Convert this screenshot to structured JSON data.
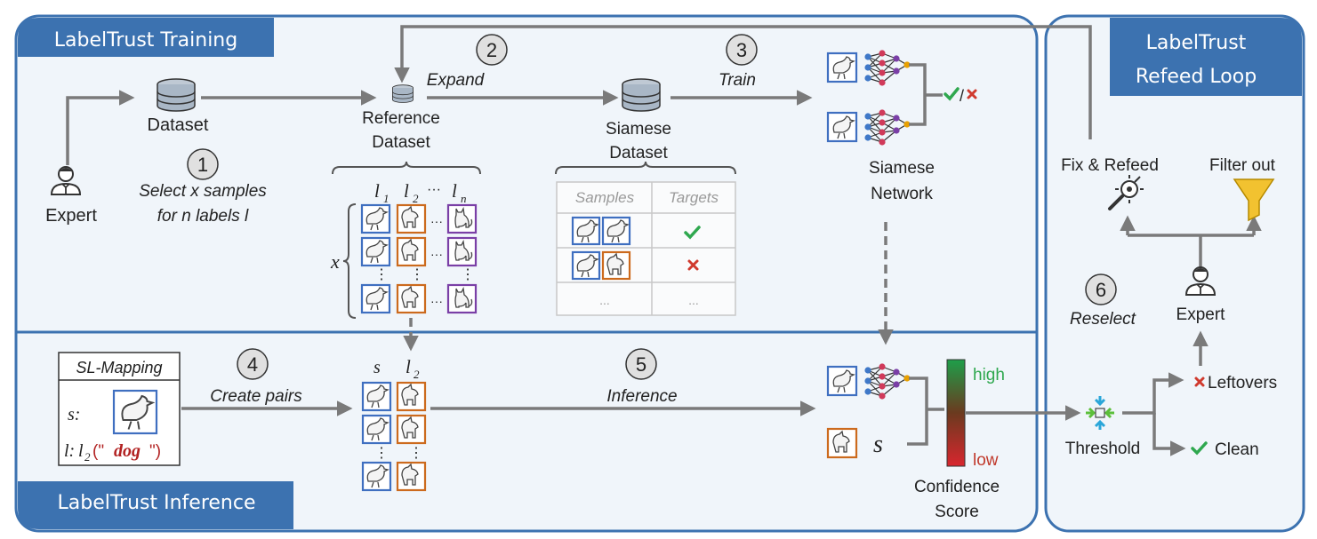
{
  "colors": {
    "frame": "#3c72b0",
    "banner": "#3c72b0",
    "panel_bg": "#f0f5fa",
    "arrow": "#7a7a7a",
    "check": "#2fa84f",
    "cross": "#d03a2e",
    "high": "#2fa84f",
    "low": "#c0392b",
    "dog_keyword": "#b22222"
  },
  "panels": {
    "training": "LabelTrust Training",
    "inference": "LabelTrust Inference",
    "refeed_line1": "LabelTrust",
    "refeed_line2": "Refeed Loop"
  },
  "steps": {
    "s1": "1",
    "s2": "2",
    "s3": "3",
    "s4": "4",
    "s5": "5",
    "s6": "6"
  },
  "labels": {
    "dataset": "Dataset",
    "expert": "Expert",
    "select_line1": "Select x samples",
    "select_line2": "for n labels l",
    "expand": "Expand",
    "reference_line1": "Reference",
    "reference_line2": "Dataset",
    "train": "Train",
    "siamese_ds_line1": "Siamese",
    "siamese_ds_line2": "Dataset",
    "siamese_net_line1": "Siamese",
    "siamese_net_line2": "Network",
    "col_l1": "l",
    "col_l1_sub": "1",
    "col_l2": "l",
    "col_l2_sub": "2",
    "col_dots": "···",
    "col_ln": "l",
    "col_ln_sub": "n",
    "row_x": "x",
    "samples_header": "Samples",
    "targets_header": "Targets",
    "table_ellipsis": "...",
    "slash": "/",
    "sl_mapping": "SL-Mapping",
    "s_label": "s:",
    "l_label": "l:",
    "l2_prefix": "l",
    "l2_sub": "2",
    "dog_open": "(\"",
    "dog_word": "dog",
    "dog_close": "\")",
    "create_pairs": "Create pairs",
    "pairs_s": "s",
    "pairs_l": "l",
    "pairs_l_sub": "2",
    "inference": "Inference",
    "s_symbol": "s",
    "high": "high",
    "low": "low",
    "confidence_line1": "Confidence",
    "confidence_line2": "Score",
    "threshold": "Threshold",
    "leftovers": "Leftovers",
    "clean": "Clean",
    "reselect": "Reselect",
    "expert_refeed": "Expert",
    "fix_refeed": "Fix & Refeed",
    "filter_out": "Filter out"
  }
}
